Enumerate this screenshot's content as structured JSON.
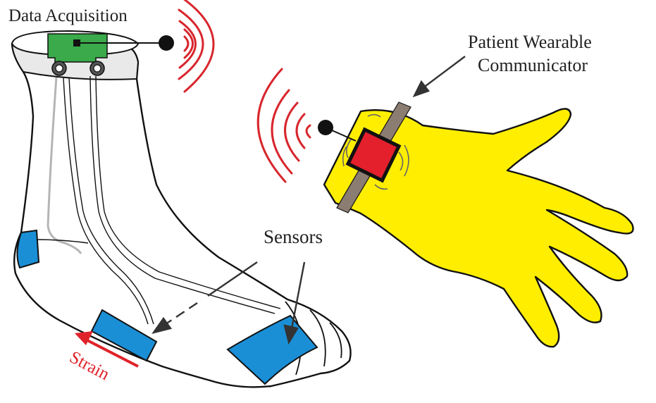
{
  "labels": {
    "data_acquisition": "Data Acquisition",
    "patient_line1": "Patient Wearable",
    "patient_line2": "Communicator",
    "sensors": "Sensors",
    "strain": "Strain"
  },
  "colors": {
    "outline": "#111111",
    "sensor": "#1a8fd6",
    "glove": "#ffee00",
    "wave": "#d8262d",
    "strain_arrow": "#e0232b",
    "band": "#8c7d72",
    "device": "#e3202c",
    "acq_board": "#3aaa4a",
    "cuff": "#e9e9e9",
    "wire_gray": "#b5b5b5"
  },
  "icons": [
    "foot-sock",
    "glove-hand",
    "wireless-signal-icon",
    "wrist-device",
    "sensor-patch"
  ]
}
